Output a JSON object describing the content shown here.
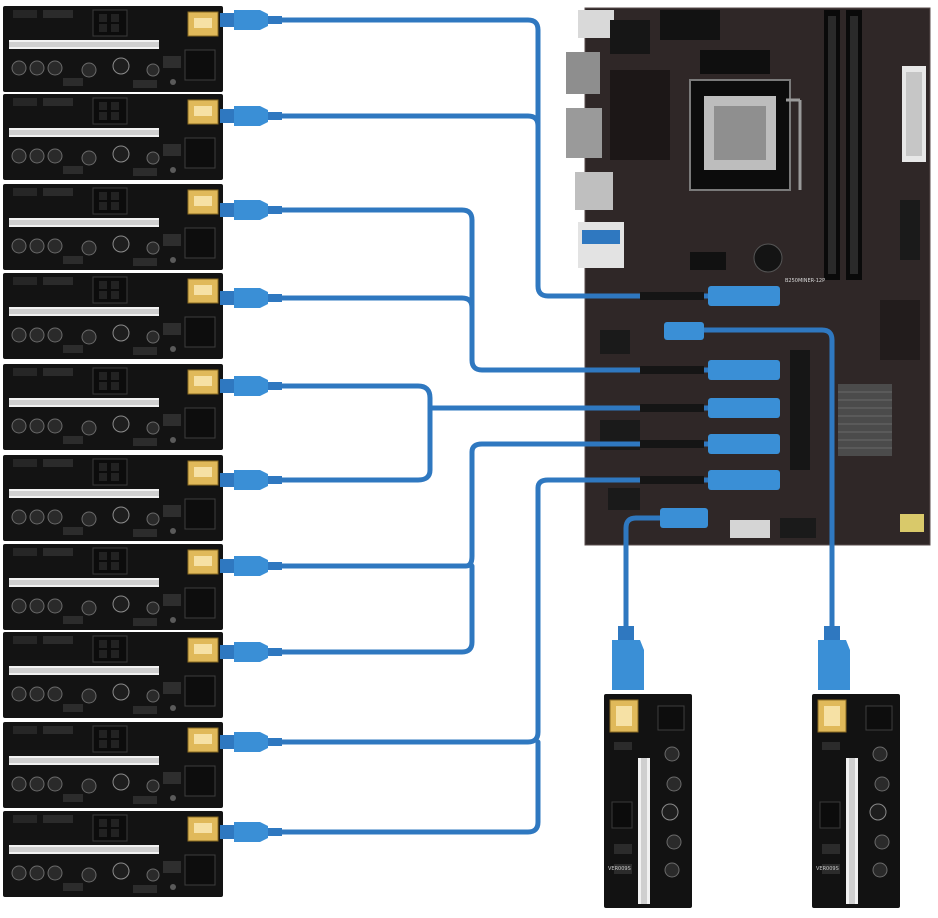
{
  "motherboard": {
    "model_label": "B250MINER-12P",
    "accent_color": "#2f2727"
  },
  "riser_cards": {
    "count": 12,
    "ic_label": "VER009S",
    "usb_color": "#e6c067",
    "pcb_color": "#141414"
  },
  "cables": {
    "color": "#2f78c0",
    "connector_color": "#3a8fd6"
  }
}
